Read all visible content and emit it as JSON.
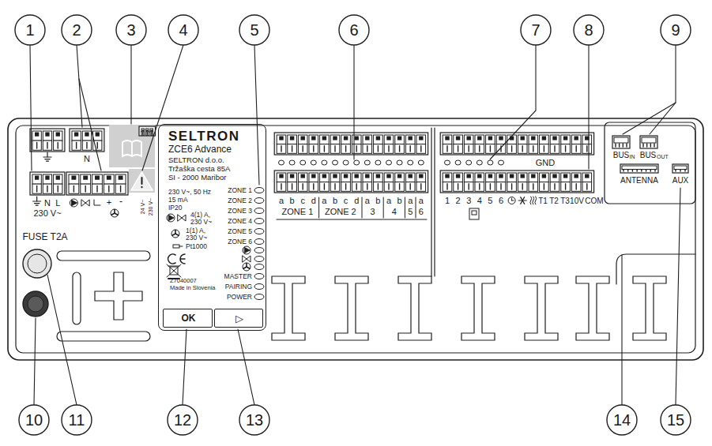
{
  "diagram": {
    "nodes": [
      {
        "text": [
          "SELTRON",
          "ZCE6 Advance",
          "SELTRON d.o.o.",
          "Tržaška cesta 85A",
          "SI - 2000 Maribor",
          "230 V~, 50 Hz",
          "15 mA",
          "IP20",
          "4(1) A, 230 V~",
          "1(1) A, 230 V~",
          "Pt1000",
          "Z7040007",
          "Made in Slovenia",
          "ZONE 1",
          "ZONE 2",
          "ZONE 3",
          "ZONE 4",
          "ZONE 5",
          "ZONE 6",
          "MASTER",
          "PAIRING",
          "POWER"
        ]
      },
      {
        "text": [
          "OK"
        ],
        "in": 0
      },
      {
        "text": [
          "▷"
        ],
        "in": 0
      }
    ],
    "labels": [
      "1",
      "2",
      "3",
      "4",
      "5",
      "6",
      "7",
      "8",
      "9",
      "10",
      "11",
      "12",
      "13",
      "14",
      "15",
      "N",
      "N",
      "L",
      "230 V~",
      "+",
      "-",
      "24 V~",
      "230 V~",
      "FUSE T2A",
      "a",
      "b",
      "c",
      "d",
      "a",
      "b",
      "c",
      "d",
      "a",
      "b",
      "a",
      "b",
      "a",
      "a",
      "ZONE 1",
      "ZONE 2",
      "3",
      "4",
      "5",
      "6",
      "1",
      "2",
      "3",
      "4",
      "5",
      "6",
      "T1",
      "T2",
      "T3",
      "10V",
      "COM",
      "GND",
      "BUS",
      "IN",
      "BUS",
      "OUT",
      "ANTENNA",
      "AUX"
    ]
  }
}
